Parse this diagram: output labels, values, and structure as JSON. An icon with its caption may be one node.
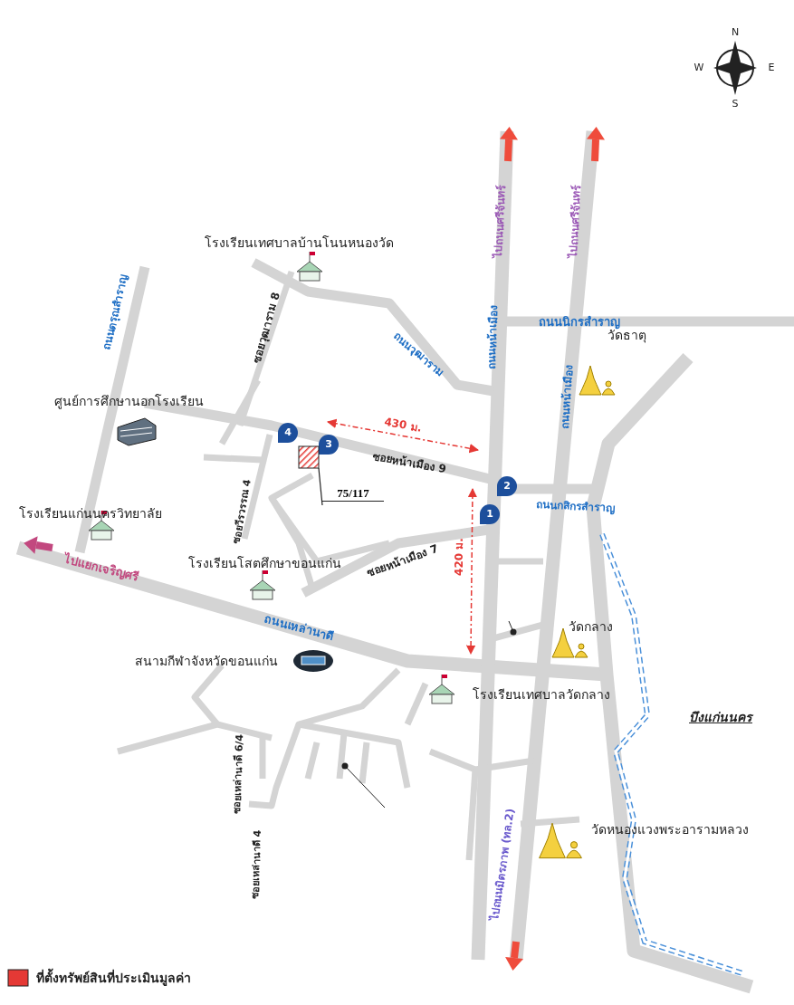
{
  "diagram": {
    "nodes": [
      {
        "text": [
          "75/117"
        ]
      },
      {
        "text": [],
        "shape": "box"
      }
    ],
    "edges": [
      {
        "from": 0,
        "to": 1,
        "arrow": "none"
      }
    ],
    "labels": [
      "N",
      "W",
      "E",
      "S",
      "ไปถนนศรีจันทร์",
      "ไปถนนศรีจันทร์",
      "โรงเรียนเทศบาลบ้านโนนหนองวัด",
      "ถนนดรุณสำราญ",
      "ซอยวุฒาราม 8",
      "ถนนวุฒาราม",
      "ถนนหน้าเมือง",
      "ถนนนิกรสำราญ",
      "ถนนหน้าเมือง",
      "วัดธาตุ",
      "ศูนย์การศึกษานอกโรงเรียน",
      "430 ม.",
      "4",
      "3",
      "ซอยหน้าเมือง 9",
      "2",
      "1",
      "ถนนกสิกรสำราญ",
      "ซอยวีรวรรณ 4",
      "โรงเรียนแก่นนครวิทยาลัย",
      "420 ม.",
      "ซอยหน้าเมือง 7",
      "ไปแยกเจริญศรี",
      "โรงเรียนโสตศึกษาขอนแก่น",
      "ถนนเหล่านาดี",
      "วัดกลาง",
      "สนามกีฬาจังหวัดขอนแก่น",
      "โรงเรียนเทศบาลวัดกลาง",
      "บึงแก่นนคร",
      "ซอยเหล่านาดี 6/4",
      "วัดหนองแวงพระอารามหลวง",
      "ซอยเหล่านาดี 4",
      "ไปถนนมิตรภาพ (ทล.2)"
    ],
    "legend": [
      {
        "text": "ที่ตั้งทรัพย์สินที่ประเมินมูลค่า",
        "color": "#e53935"
      }
    ]
  }
}
